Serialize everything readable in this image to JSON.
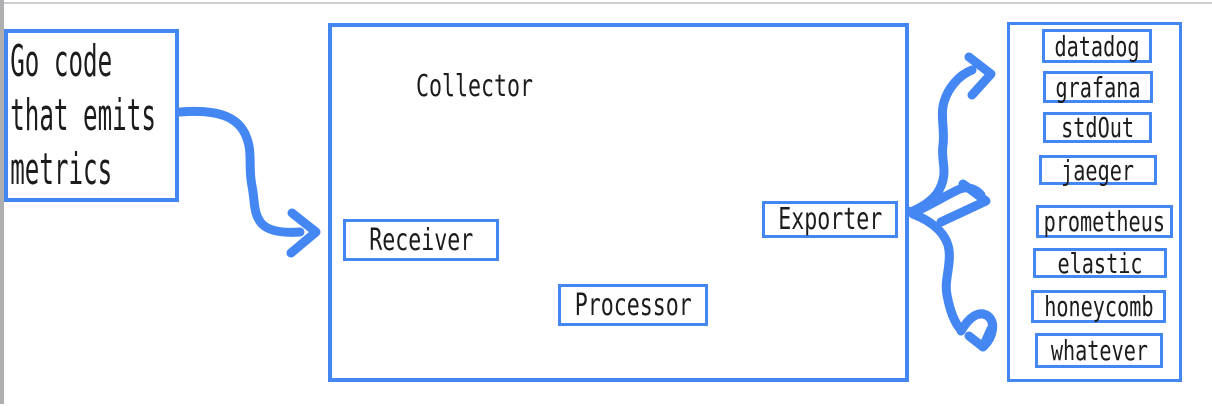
{
  "source_box": {
    "line1": "Go code",
    "line2": "that emits",
    "line3": "metrics"
  },
  "collector": {
    "title": "Collector",
    "receiver_label": "Receiver",
    "processor_label": "Processor",
    "exporter_label": "Exporter"
  },
  "destinations": [
    "datadog",
    "grafana",
    "stdOut",
    "jaeger",
    "prometheus",
    "elastic",
    "honeycomb",
    "whatever"
  ],
  "colors": {
    "accent_blue": "#4486f2",
    "text_black": "#1c1c1c",
    "edge_gray": "#afafb2"
  }
}
